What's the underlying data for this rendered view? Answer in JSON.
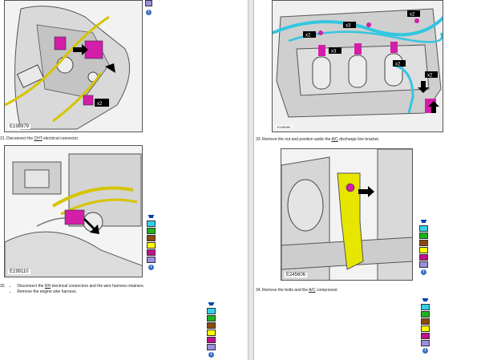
{
  "left": {
    "fig1": {
      "id": "E198979",
      "callout": "x2"
    },
    "step31": {
      "num": "31.",
      "pre": "Disconnect the ",
      "abbr": "CHT",
      "post": " electrical connector."
    },
    "fig2": {
      "id": "E199110"
    },
    "step32": {
      "num": "32.",
      "b1_pre": "Disconnect the ",
      "b1_abbr": "RH",
      "b1_post": " electrical connectors and the wire harness retainers.",
      "b2": "Remove the engine wire harness."
    }
  },
  "right": {
    "fig3": {
      "id": "E198989",
      "callouts": [
        "x2",
        "x3",
        "x2",
        "x3",
        "x2",
        "x2"
      ]
    },
    "step33": {
      "num": "33.",
      "pre": "Remove the nut and position aside the ",
      "abbr": "A/C",
      "post": " discharge line bracket."
    },
    "fig4": {
      "id": "E245606"
    },
    "step34": {
      "num": "34.",
      "pre": "Remove the bolts and the ",
      "abbr": "A/C",
      "post": " compressor."
    }
  },
  "legend": {
    "colors": [
      "#33d1e8",
      "#1eb31e",
      "#8a4b12",
      "#ffff00",
      "#c0108c",
      "#9b8fe0"
    ],
    "info": "i"
  }
}
